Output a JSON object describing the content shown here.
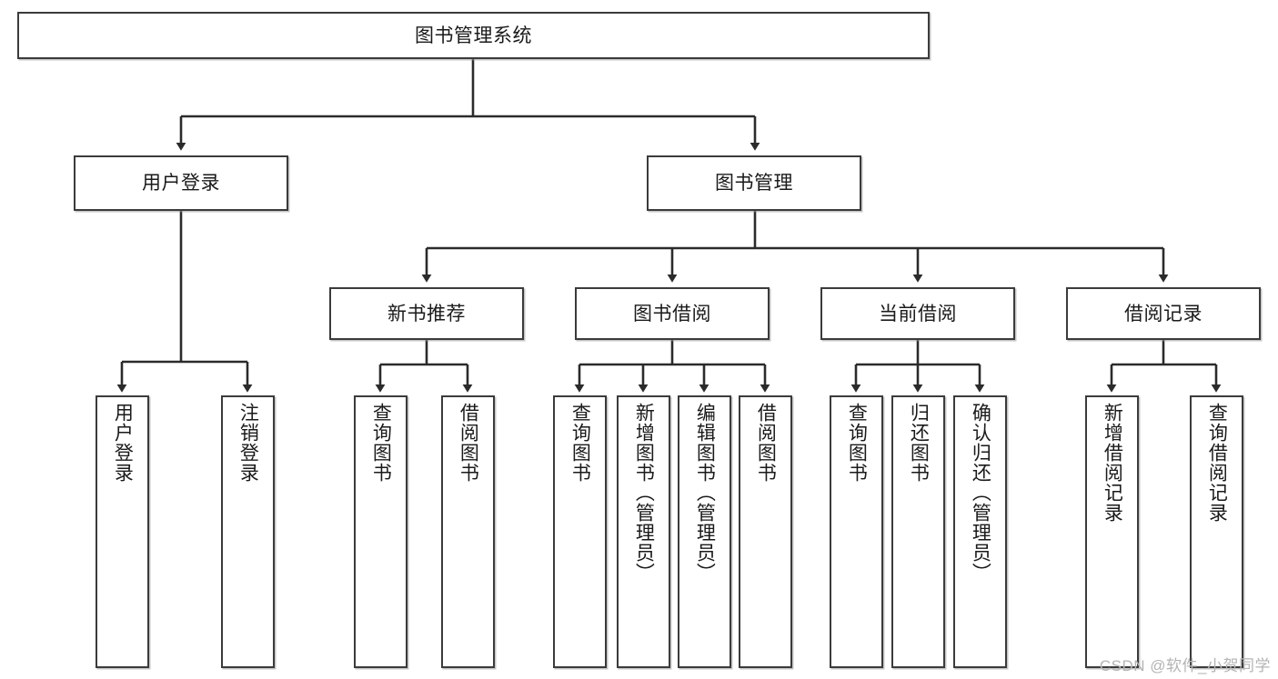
{
  "diagram": {
    "title": "图书管理系统",
    "type": "functional-structure-tree",
    "watermark": "CSDN @软件_小贺同学",
    "colors": {
      "node_border": "#3b3b3b",
      "node_fill": "#ffffff",
      "edge": "#2b2b2b",
      "text": "#1a1a1a",
      "watermark": "#b4b4b4"
    }
  },
  "nodes": {
    "root": {
      "label": "图书管理系统"
    },
    "level2": [
      {
        "id": "user-login",
        "label": "用户登录"
      },
      {
        "id": "book-manage",
        "label": "图书管理"
      }
    ],
    "level3": [
      {
        "id": "new-book-recommend",
        "label": "新书推荐"
      },
      {
        "id": "book-borrow",
        "label": "图书借阅"
      },
      {
        "id": "current-borrow",
        "label": "当前借阅"
      },
      {
        "id": "borrow-record",
        "label": "借阅记录"
      }
    ],
    "leaves": {
      "user-login": [
        {
          "id": "leaf-user-login",
          "label": "用户登录"
        },
        {
          "id": "leaf-logout-login",
          "label": "注销登录"
        }
      ],
      "new-book-recommend": [
        {
          "id": "leaf-query-book-1",
          "label": "查询图书"
        },
        {
          "id": "leaf-borrow-book-1",
          "label": "借阅图书"
        }
      ],
      "book-borrow": [
        {
          "id": "leaf-query-book-2",
          "label": "查询图书"
        },
        {
          "id": "leaf-add-book",
          "label": "新增图书（管理员）"
        },
        {
          "id": "leaf-edit-book",
          "label": "编辑图书（管理员）"
        },
        {
          "id": "leaf-borrow-book-2",
          "label": "借阅图书"
        }
      ],
      "current-borrow": [
        {
          "id": "leaf-query-book-3",
          "label": "查询图书"
        },
        {
          "id": "leaf-return-book",
          "label": "归还图书"
        },
        {
          "id": "leaf-confirm-return",
          "label": "确认归还（管理员）"
        }
      ],
      "borrow-record": [
        {
          "id": "leaf-add-record",
          "label": "新增借阅记录"
        },
        {
          "id": "leaf-query-record",
          "label": "查询借阅记录"
        }
      ]
    }
  }
}
